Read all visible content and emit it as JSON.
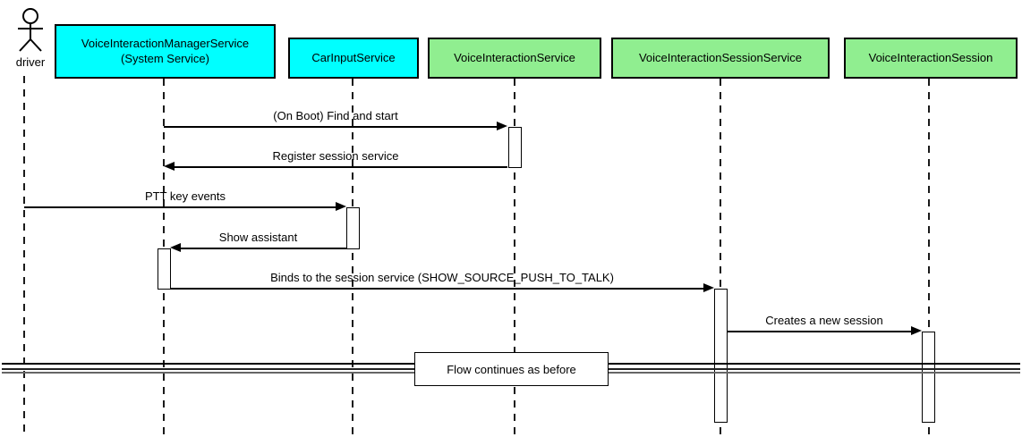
{
  "diagram": {
    "type": "uml-sequence-diagram",
    "background": "#ffffff",
    "actor": {
      "name": "driver"
    },
    "participants": [
      {
        "label": "VoiceInteractionManagerService\n(System Service)",
        "fill": "#00ffff"
      },
      {
        "label": "CarInputService",
        "fill": "#00ffff"
      },
      {
        "label": "VoiceInteractionService",
        "fill": "#90ee90"
      },
      {
        "label": "VoiceInteractionSessionService",
        "fill": "#90ee90"
      },
      {
        "label": "VoiceInteractionSession",
        "fill": "#90ee90"
      }
    ],
    "messages": [
      {
        "label": "(On Boot) Find and start",
        "from": "VoiceInteractionManagerService (System Service)",
        "to": "VoiceInteractionService",
        "direction": "right"
      },
      {
        "label": "Register session service",
        "from": "VoiceInteractionService",
        "to": "VoiceInteractionManagerService (System Service)",
        "direction": "left"
      },
      {
        "label": "PTT key events",
        "from": "driver",
        "to": "CarInputService",
        "direction": "right"
      },
      {
        "label": "Show assistant",
        "from": "CarInputService",
        "to": "VoiceInteractionManagerService (System Service)",
        "direction": "left"
      },
      {
        "label": "Binds to the session service (SHOW_SOURCE_PUSH_TO_TALK)",
        "from": "VoiceInteractionManagerService (System Service)",
        "to": "VoiceInteractionSessionService",
        "direction": "right"
      },
      {
        "label": "Creates a new session",
        "from": "VoiceInteractionSessionService",
        "to": "VoiceInteractionSession",
        "direction": "right"
      }
    ],
    "divider": {
      "label": "Flow continues as before"
    },
    "colors": {
      "participant_cyan": "#00ffff",
      "participant_green": "#90ee90",
      "line": "#000000",
      "background": "#ffffff"
    }
  }
}
